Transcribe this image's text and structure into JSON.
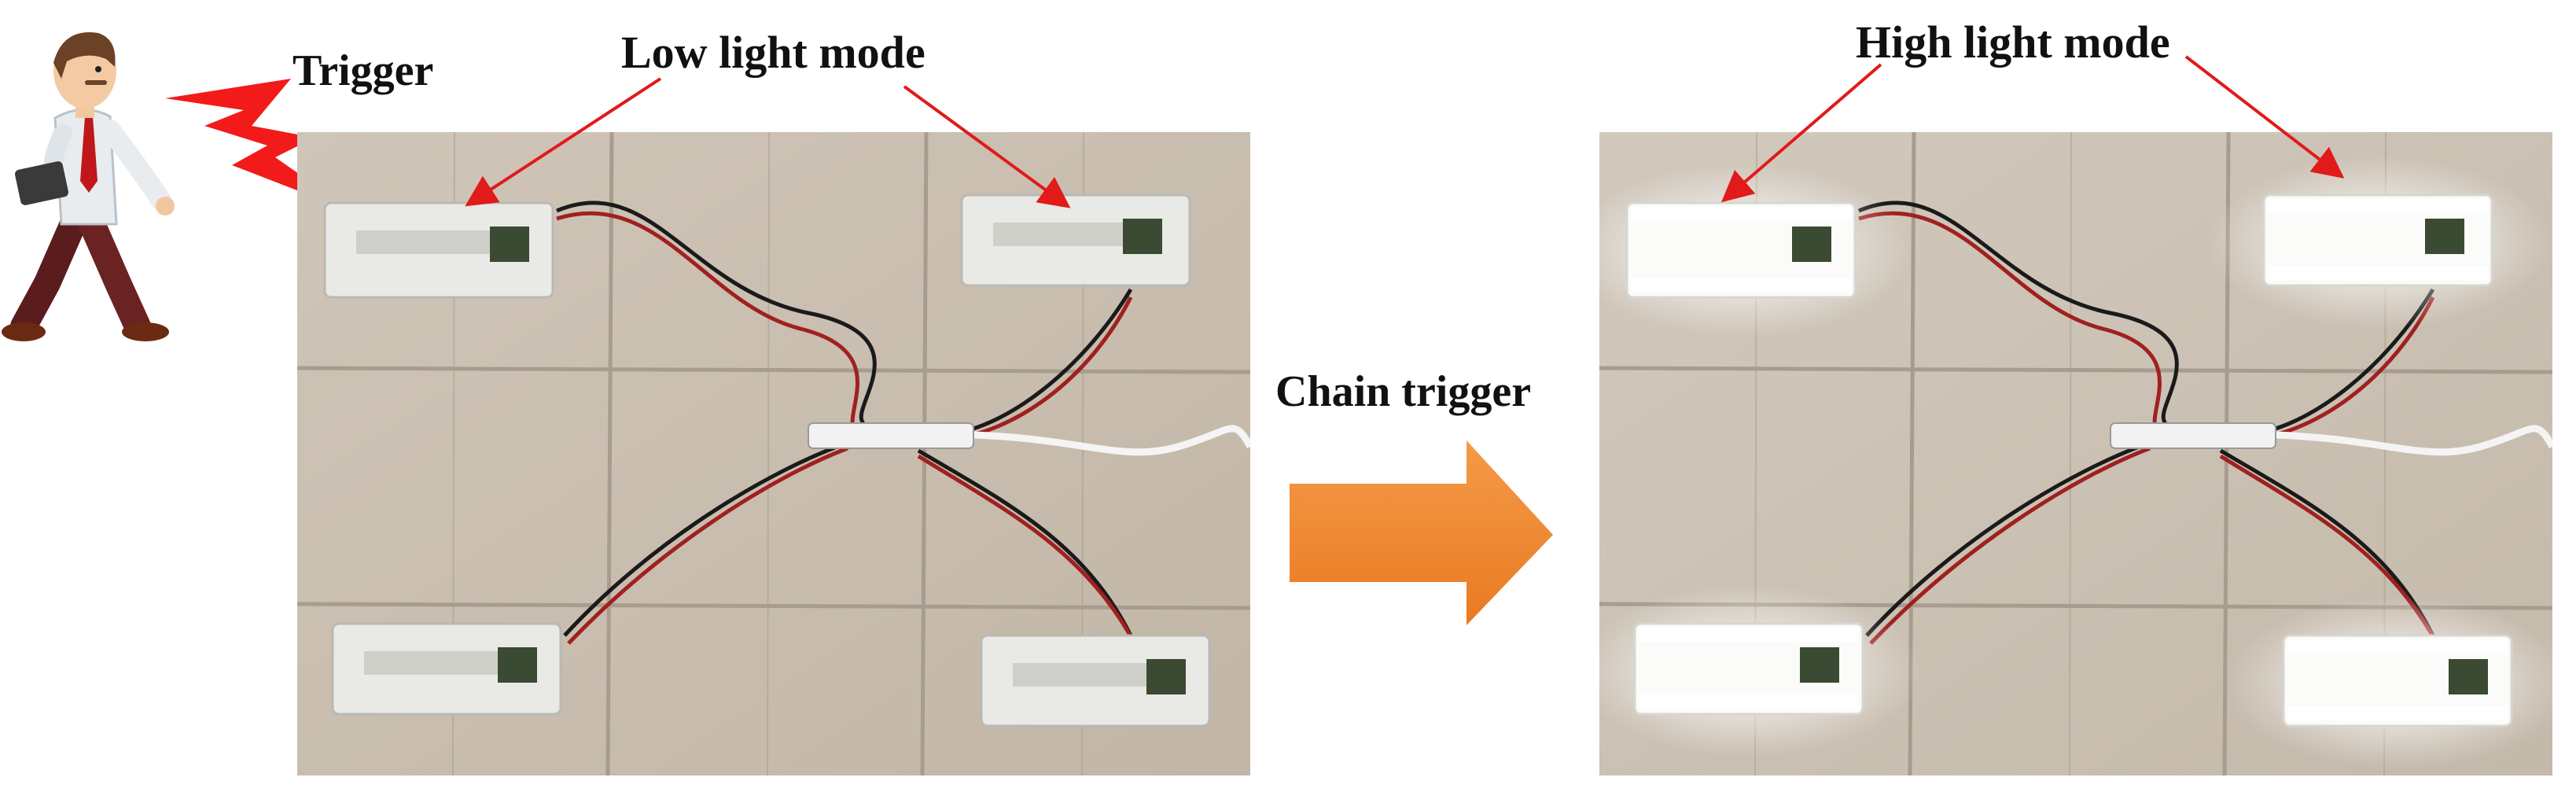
{
  "labels": {
    "trigger": "Trigger",
    "low_light_mode": "Low light mode",
    "chain_trigger": "Chain trigger",
    "high_light_mode": "High light mode"
  },
  "colors": {
    "arrow_orange": "#F08A34",
    "bolt_red": "#F31A1A",
    "pointer_red": "#E11A1A",
    "floor_tile": "#C9BEAF",
    "grout": "#A79C8E"
  },
  "icons": [
    "walking-man-icon",
    "lightning-bolt-icon",
    "orange-right-arrow-icon"
  ]
}
